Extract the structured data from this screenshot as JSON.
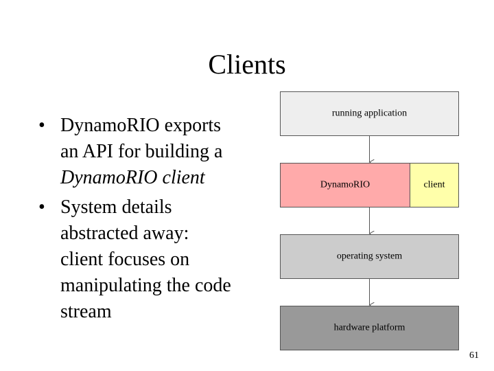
{
  "title": "Clients",
  "bullets": [
    {
      "line1": "DynamoRIO exports",
      "line2": "an API for building a",
      "line3_italic": "DynamoRIO client"
    },
    {
      "line1": "System details",
      "line2": "abstracted away:",
      "line3": "client focuses on",
      "line4": "manipulating the code",
      "line5": "stream"
    }
  ],
  "diagram": {
    "boxes": {
      "running_application": {
        "label": "running application",
        "fill": "#eeeeee"
      },
      "dynamorio": {
        "label": "DynamoRIO",
        "fill": "#ffaaaa"
      },
      "client": {
        "label": "client",
        "fill": "#ffffaa"
      },
      "operating_system": {
        "label": "operating system",
        "fill": "#cccccc"
      },
      "hardware_platform": {
        "label": "hardware platform",
        "fill": "#999999"
      }
    },
    "stroke": "#555555"
  },
  "page_number": "61"
}
